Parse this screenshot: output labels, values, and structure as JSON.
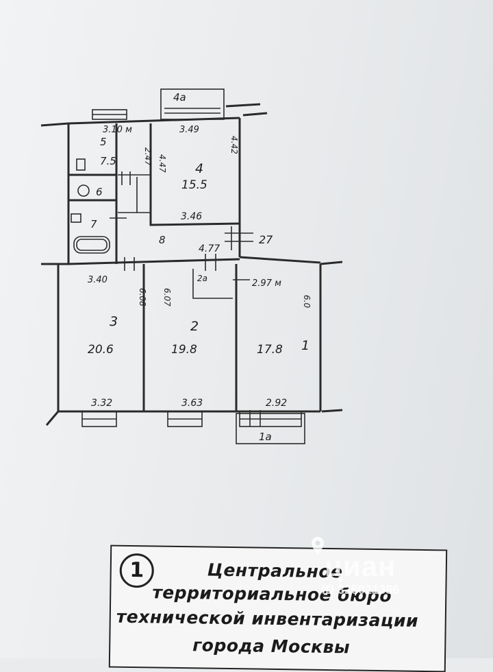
{
  "plan": {
    "balconies": [
      {
        "label": "4a"
      },
      {
        "label": "1a"
      }
    ],
    "rooms": [
      {
        "id": "1",
        "area": "17.8"
      },
      {
        "id": "2",
        "area": "19.8"
      },
      {
        "id": "3",
        "area": "20.6"
      },
      {
        "id": "4",
        "area": "15.5"
      },
      {
        "id": "5",
        "area": "7.5"
      },
      {
        "id": "6"
      },
      {
        "id": "7"
      },
      {
        "id": "8"
      },
      {
        "id": "2а"
      }
    ],
    "dimensions": {
      "room5_width": "3.10 м",
      "room5_height": "2.47",
      "room4_top": "3.49",
      "room4_left": "4.47",
      "room4_right": "4.42",
      "room4_bottom": "3.46",
      "hall_width": "4.77",
      "room3_top": "3.40",
      "room3_side": "6.08",
      "room2_side": "6.07",
      "room1_top": "2.97 м",
      "room1_side": "6.0",
      "room3_bottom": "3.32",
      "room2_bottom": "3.63",
      "room1_bottom": "2.92",
      "ceiling": "27"
    }
  },
  "stamp": {
    "number": "1",
    "line1": "Центральное",
    "line2": "территориальное бюро",
    "line3": "технической инвентаризации",
    "line4": "города Москвы"
  },
  "watermark": {
    "logo": "циан",
    "id": "ID 325021386"
  }
}
